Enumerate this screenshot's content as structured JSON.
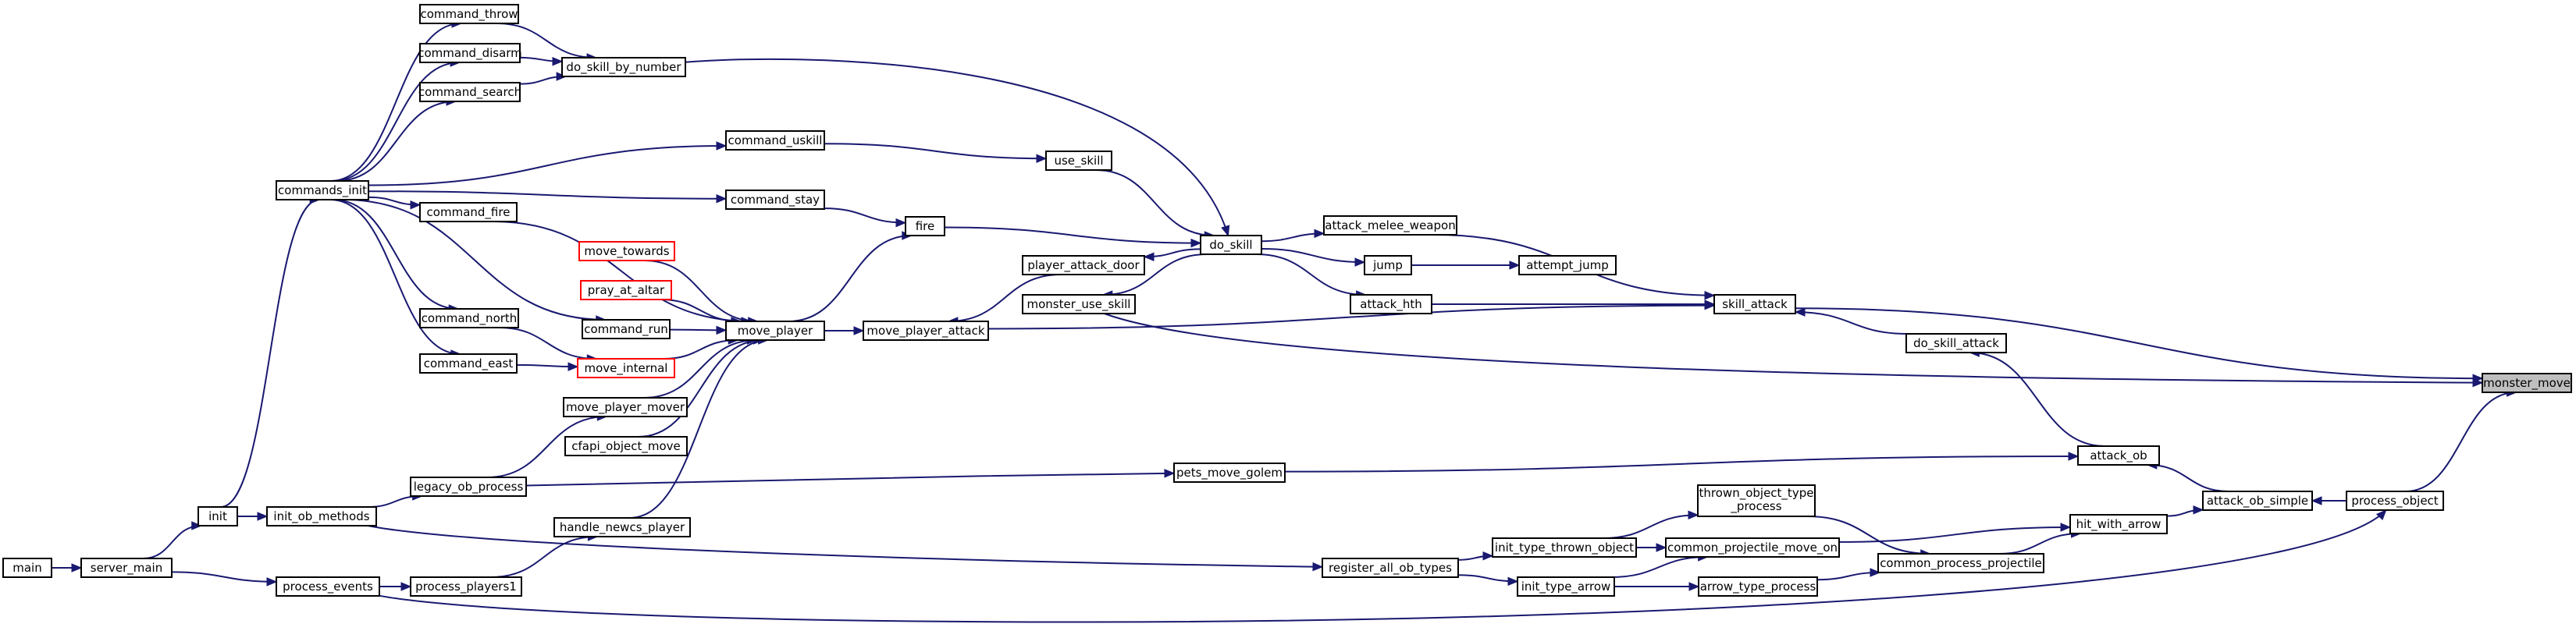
{
  "graph": {
    "title": "",
    "nodes": [
      {
        "id": "monster_move",
        "label": "monster_move",
        "style": "focus"
      },
      {
        "id": "skill_attack",
        "label": "skill_attack",
        "style": "normal"
      },
      {
        "id": "monster_use_skill",
        "label": "monster_use_skill",
        "style": "normal"
      },
      {
        "id": "process_object",
        "label": "process_object",
        "style": "normal"
      },
      {
        "id": "attack_melee_weapon",
        "label": "attack_melee_weapon",
        "style": "normal"
      },
      {
        "id": "attack_hth",
        "label": "attack_hth",
        "style": "normal"
      },
      {
        "id": "do_skill_attack",
        "label": "do_skill_attack",
        "style": "normal"
      },
      {
        "id": "move_player_attack",
        "label": "move_player_attack",
        "style": "normal"
      },
      {
        "id": "attack_ob_simple",
        "label": "attack_ob_simple",
        "style": "normal"
      },
      {
        "id": "attack_ob",
        "label": "attack_ob",
        "style": "normal"
      },
      {
        "id": "hit_with_arrow",
        "label": "hit_with_arrow",
        "style": "normal"
      },
      {
        "id": "common_process_projectile",
        "label": "common_process_projectile",
        "style": "normal"
      },
      {
        "id": "thrown_object_type_process",
        "label": "thrown_object_type_process",
        "lines": [
          "thrown_object_type",
          "_process"
        ],
        "style": "normal"
      },
      {
        "id": "common_projectile_move_on",
        "label": "common_projectile_move_on",
        "style": "normal"
      },
      {
        "id": "arrow_type_process",
        "label": "arrow_type_process",
        "style": "normal"
      },
      {
        "id": "init_type_thrown_object",
        "label": "init_type_thrown_object",
        "style": "normal"
      },
      {
        "id": "init_type_arrow",
        "label": "init_type_arrow",
        "style": "normal"
      },
      {
        "id": "register_all_ob_types",
        "label": "register_all_ob_types",
        "style": "normal"
      },
      {
        "id": "pets_move_golem",
        "label": "pets_move_golem",
        "style": "normal"
      },
      {
        "id": "legacy_ob_process",
        "label": "legacy_ob_process",
        "style": "normal"
      },
      {
        "id": "init_ob_methods",
        "label": "init_ob_methods",
        "style": "normal"
      },
      {
        "id": "init",
        "label": "init",
        "style": "normal"
      },
      {
        "id": "server_main",
        "label": "server_main",
        "style": "normal"
      },
      {
        "id": "main",
        "label": "main",
        "style": "normal"
      },
      {
        "id": "process_events",
        "label": "process_events",
        "style": "normal"
      },
      {
        "id": "process_players1",
        "label": "process_players1",
        "style": "normal"
      },
      {
        "id": "handle_newcs_player",
        "label": "handle_newcs_player",
        "style": "normal"
      },
      {
        "id": "move_player",
        "label": "move_player",
        "style": "normal"
      },
      {
        "id": "do_skill",
        "label": "do_skill",
        "style": "normal"
      },
      {
        "id": "jump",
        "label": "jump",
        "style": "normal"
      },
      {
        "id": "attempt_jump",
        "label": "attempt_jump",
        "style": "normal"
      },
      {
        "id": "player_attack_door",
        "label": "player_attack_door",
        "style": "normal"
      },
      {
        "id": "use_skill",
        "label": "use_skill",
        "style": "normal"
      },
      {
        "id": "fire",
        "label": "fire",
        "style": "normal"
      },
      {
        "id": "command_uskill",
        "label": "command_uskill",
        "style": "normal"
      },
      {
        "id": "command_stay",
        "label": "command_stay",
        "style": "normal"
      },
      {
        "id": "do_skill_by_number",
        "label": "do_skill_by_number",
        "style": "normal"
      },
      {
        "id": "command_throw",
        "label": "command_throw",
        "style": "normal"
      },
      {
        "id": "command_disarm",
        "label": "command_disarm",
        "style": "normal"
      },
      {
        "id": "command_search",
        "label": "command_search",
        "style": "normal"
      },
      {
        "id": "commands_init",
        "label": "commands_init",
        "style": "normal"
      },
      {
        "id": "command_fire",
        "label": "command_fire",
        "style": "normal"
      },
      {
        "id": "command_north",
        "label": "command_north",
        "style": "normal"
      },
      {
        "id": "command_east",
        "label": "command_east",
        "style": "normal"
      },
      {
        "id": "command_run",
        "label": "command_run",
        "style": "normal"
      },
      {
        "id": "move_internal",
        "label": "move_internal",
        "style": "red"
      },
      {
        "id": "move_towards",
        "label": "move_towards",
        "style": "red"
      },
      {
        "id": "pray_at_altar",
        "label": "pray_at_altar",
        "style": "red"
      },
      {
        "id": "move_player_mover",
        "label": "move_player_mover",
        "style": "normal"
      },
      {
        "id": "cfapi_object_move",
        "label": "cfapi_object_move",
        "style": "normal"
      }
    ],
    "edges": [
      {
        "from": "monster_move",
        "to": "skill_attack"
      },
      {
        "from": "monster_move",
        "to": "monster_use_skill"
      },
      {
        "from": "monster_move",
        "to": "process_object"
      },
      {
        "from": "skill_attack",
        "to": "attack_melee_weapon"
      },
      {
        "from": "skill_attack",
        "to": "attack_hth"
      },
      {
        "from": "skill_attack",
        "to": "do_skill_attack"
      },
      {
        "from": "skill_attack",
        "to": "move_player_attack"
      },
      {
        "from": "do_skill_attack",
        "to": "attack_ob"
      },
      {
        "from": "attack_ob",
        "to": "attack_ob_simple"
      },
      {
        "from": "attack_ob",
        "to": "pets_move_golem"
      },
      {
        "from": "attack_ob_simple",
        "to": "process_object"
      },
      {
        "from": "attack_ob_simple",
        "to": "hit_with_arrow"
      },
      {
        "from": "hit_with_arrow",
        "to": "common_process_projectile"
      },
      {
        "from": "hit_with_arrow",
        "to": "common_projectile_move_on"
      },
      {
        "from": "common_process_projectile",
        "to": "thrown_object_type_process"
      },
      {
        "from": "common_process_projectile",
        "to": "arrow_type_process"
      },
      {
        "from": "thrown_object_type_process",
        "to": "init_type_thrown_object"
      },
      {
        "from": "common_projectile_move_on",
        "to": "init_type_thrown_object"
      },
      {
        "from": "common_projectile_move_on",
        "to": "init_type_arrow"
      },
      {
        "from": "arrow_type_process",
        "to": "init_type_arrow"
      },
      {
        "from": "init_type_thrown_object",
        "to": "register_all_ob_types"
      },
      {
        "from": "init_type_arrow",
        "to": "register_all_ob_types"
      },
      {
        "from": "register_all_ob_types",
        "to": "init_ob_methods"
      },
      {
        "from": "process_object",
        "to": "process_events"
      },
      {
        "from": "pets_move_golem",
        "to": "legacy_ob_process"
      },
      {
        "from": "legacy_ob_process",
        "to": "init_ob_methods"
      },
      {
        "from": "init_ob_methods",
        "to": "init"
      },
      {
        "from": "init",
        "to": "server_main"
      },
      {
        "from": "server_main",
        "to": "main"
      },
      {
        "from": "process_events",
        "to": "server_main"
      },
      {
        "from": "process_players1",
        "to": "process_events"
      },
      {
        "from": "handle_newcs_player",
        "to": "process_players1"
      },
      {
        "from": "move_player_attack",
        "to": "move_player"
      },
      {
        "from": "move_player_attack",
        "to": "player_attack_door"
      },
      {
        "from": "attack_melee_weapon",
        "to": "do_skill"
      },
      {
        "from": "attack_hth",
        "to": "do_skill"
      },
      {
        "from": "attempt_jump",
        "to": "jump"
      },
      {
        "from": "jump",
        "to": "do_skill"
      },
      {
        "from": "player_attack_door",
        "to": "do_skill"
      },
      {
        "from": "monster_use_skill",
        "to": "do_skill"
      },
      {
        "from": "do_skill",
        "to": "use_skill"
      },
      {
        "from": "do_skill",
        "to": "fire"
      },
      {
        "from": "do_skill",
        "to": "do_skill_by_number"
      },
      {
        "from": "use_skill",
        "to": "command_uskill"
      },
      {
        "from": "fire",
        "to": "command_stay"
      },
      {
        "from": "fire",
        "to": "move_player"
      },
      {
        "from": "command_uskill",
        "to": "commands_init"
      },
      {
        "from": "command_stay",
        "to": "commands_init"
      },
      {
        "from": "do_skill_by_number",
        "to": "command_throw"
      },
      {
        "from": "do_skill_by_number",
        "to": "command_disarm"
      },
      {
        "from": "do_skill_by_number",
        "to": "command_search"
      },
      {
        "from": "command_throw",
        "to": "commands_init"
      },
      {
        "from": "command_disarm",
        "to": "commands_init"
      },
      {
        "from": "command_search",
        "to": "commands_init"
      },
      {
        "from": "command_fire",
        "to": "commands_init"
      },
      {
        "from": "command_north",
        "to": "commands_init"
      },
      {
        "from": "command_east",
        "to": "commands_init"
      },
      {
        "from": "command_run",
        "to": "commands_init"
      },
      {
        "from": "commands_init",
        "to": "init"
      },
      {
        "from": "move_player",
        "to": "command_fire"
      },
      {
        "from": "move_player",
        "to": "command_run"
      },
      {
        "from": "move_player",
        "to": "move_internal"
      },
      {
        "from": "move_player",
        "to": "move_towards"
      },
      {
        "from": "move_player",
        "to": "pray_at_altar"
      },
      {
        "from": "move_player",
        "to": "move_player_mover"
      },
      {
        "from": "move_player",
        "to": "cfapi_object_move"
      },
      {
        "from": "move_player",
        "to": "handle_newcs_player"
      },
      {
        "from": "move_internal",
        "to": "command_north"
      },
      {
        "from": "move_internal",
        "to": "command_east"
      },
      {
        "from": "move_player_mover",
        "to": "legacy_ob_process"
      }
    ]
  }
}
